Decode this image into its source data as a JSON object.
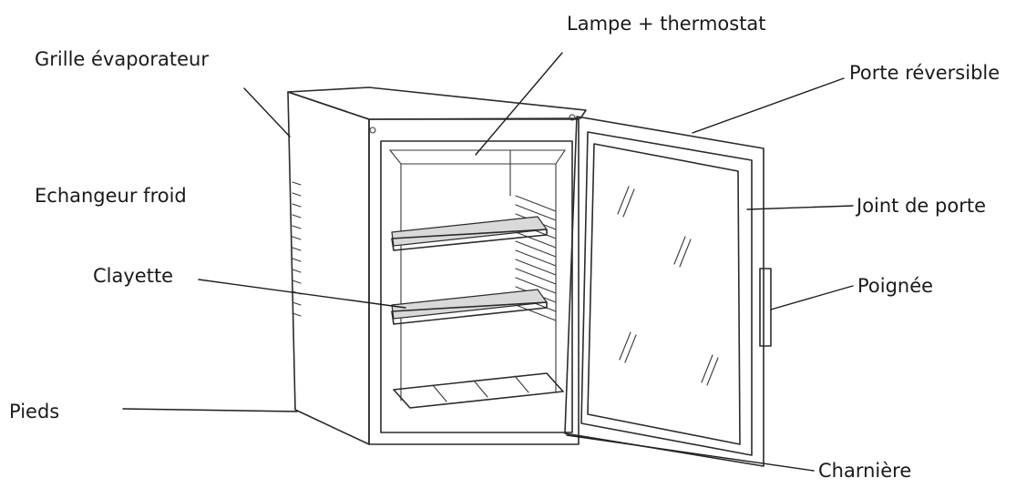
{
  "labels": {
    "lampe_thermostat": "Lampe + thermostat",
    "grille_evaporateur": "Grille évaporateur",
    "porte_reversible": "Porte réversible",
    "echangeur_froid": "Echangeur froid",
    "joint_de_porte": "Joint de porte",
    "clayette": "Clayette",
    "poignee": "Poignée",
    "pieds": "Pieds",
    "charniere": "Charnière"
  }
}
